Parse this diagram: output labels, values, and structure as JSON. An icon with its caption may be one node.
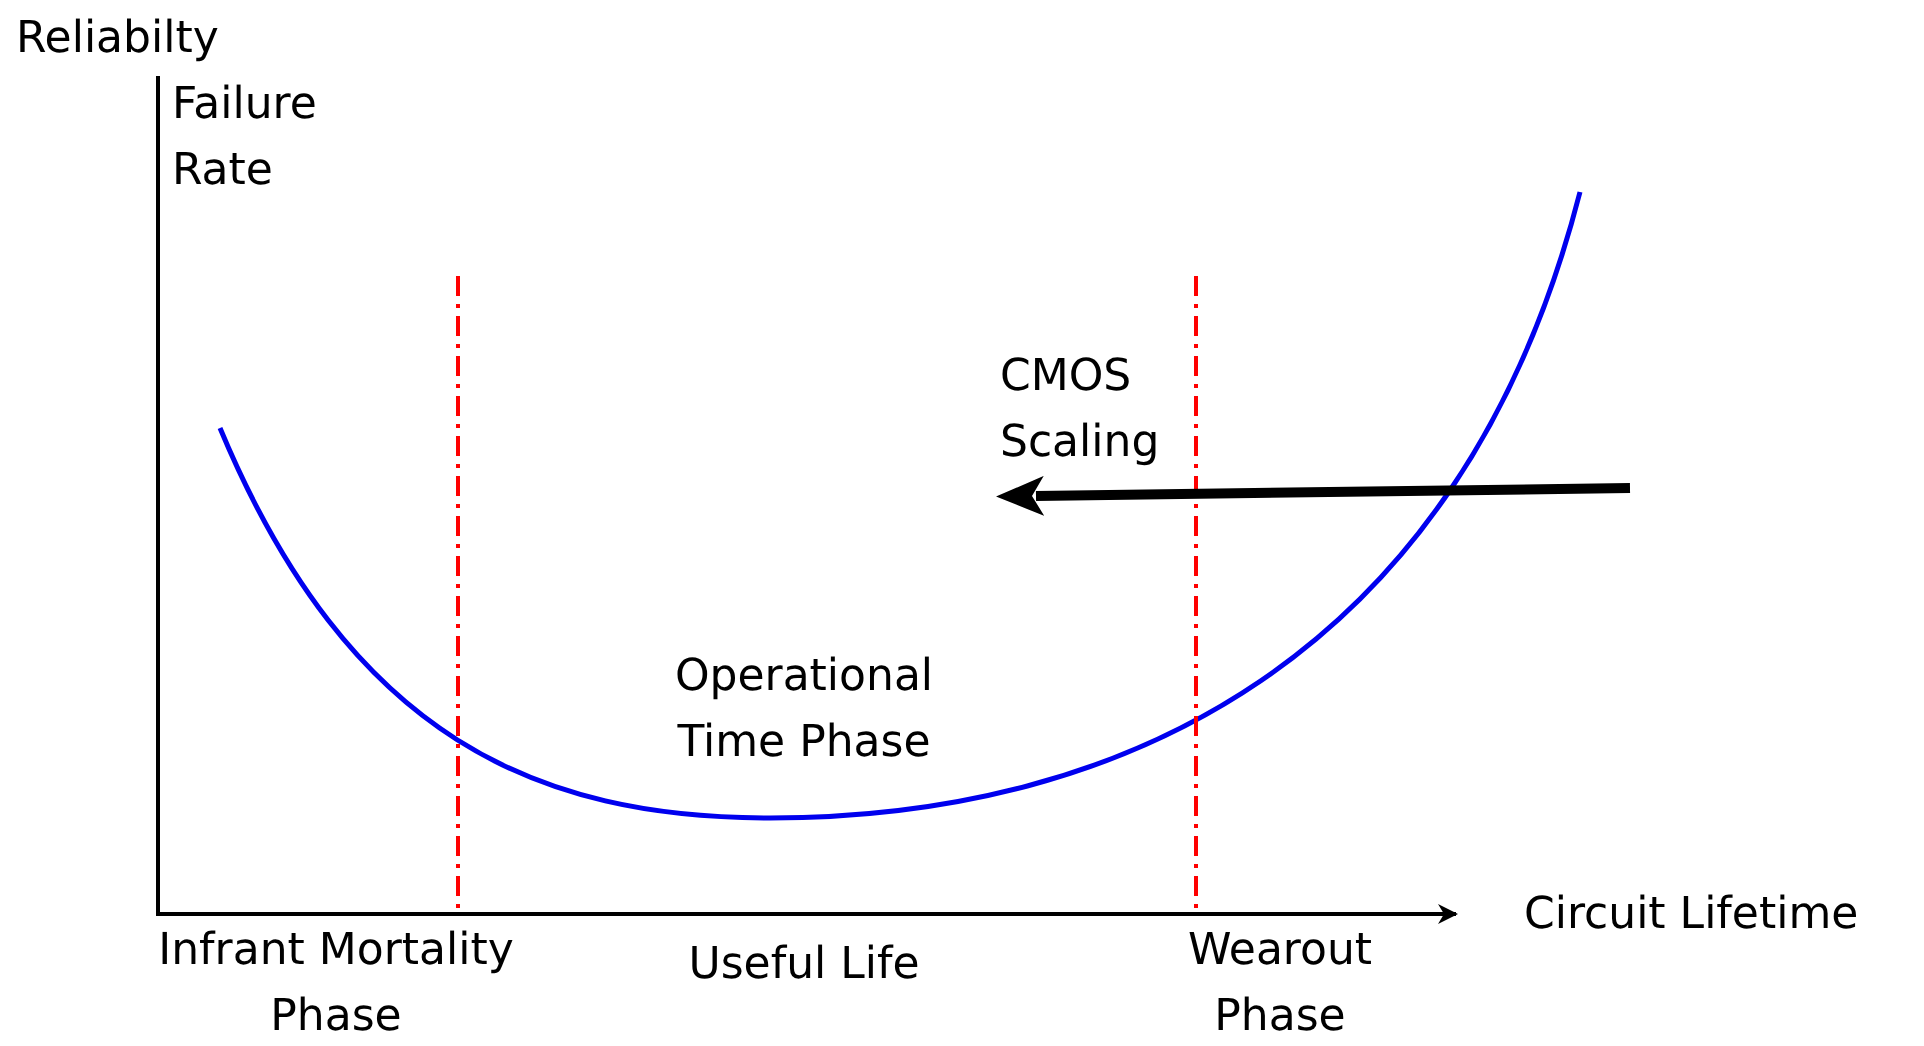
{
  "diagram": {
    "labels": [
      "Reliabilty Failure Rate",
      "Circuit Lifetime",
      "Infrant Mortality Phase",
      "Useful Life",
      "Wearout Phase",
      "Operational Time Phase",
      "CMOS Scaling"
    ]
  }
}
